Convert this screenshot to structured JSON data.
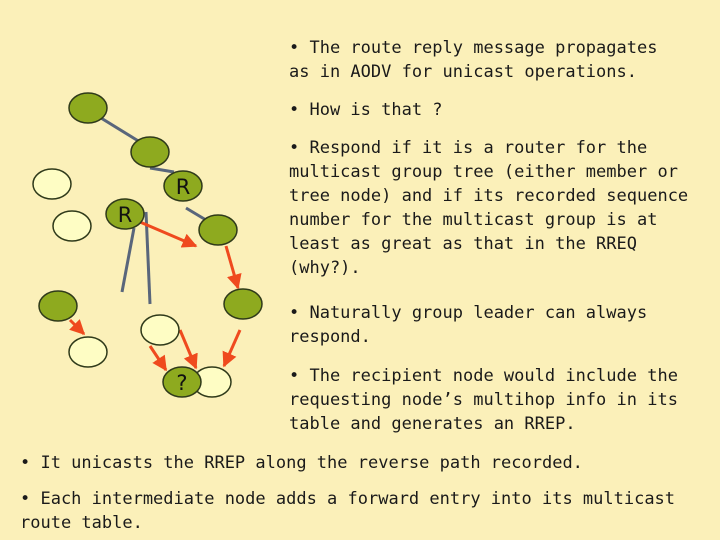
{
  "slide": {
    "bullets": [
      "• The route reply message propagates\nas in AODV for unicast operations.",
      "• How is that ?",
      "• Respond if it is a router for the\nmulticast group tree (either member or\ntree node) and if its recorded sequence\nnumber for the multicast group is at\nleast as great as that in the RREQ\n(why?).",
      "• Naturally group leader can always\nrespond.",
      "• The recipient node would include the\nrequesting node’s multihop info in its\ntable and generates an RREP.",
      "• It unicasts the RREP along the reverse path recorded.",
      "• Each intermediate node adds a forward entry into its multicast\nroute table."
    ]
  },
  "diagram": {
    "node_labels": {
      "router_left": "R",
      "router_mid": "R",
      "requester": "?"
    },
    "colors": {
      "background": "#fbf0b9",
      "green_node": "#8eaa1f",
      "yellow_node": "#fefdc4",
      "node_stroke": "#2f3a1a",
      "tree_link": "#59667b",
      "reply_arrow": "#ef4a1e"
    }
  }
}
